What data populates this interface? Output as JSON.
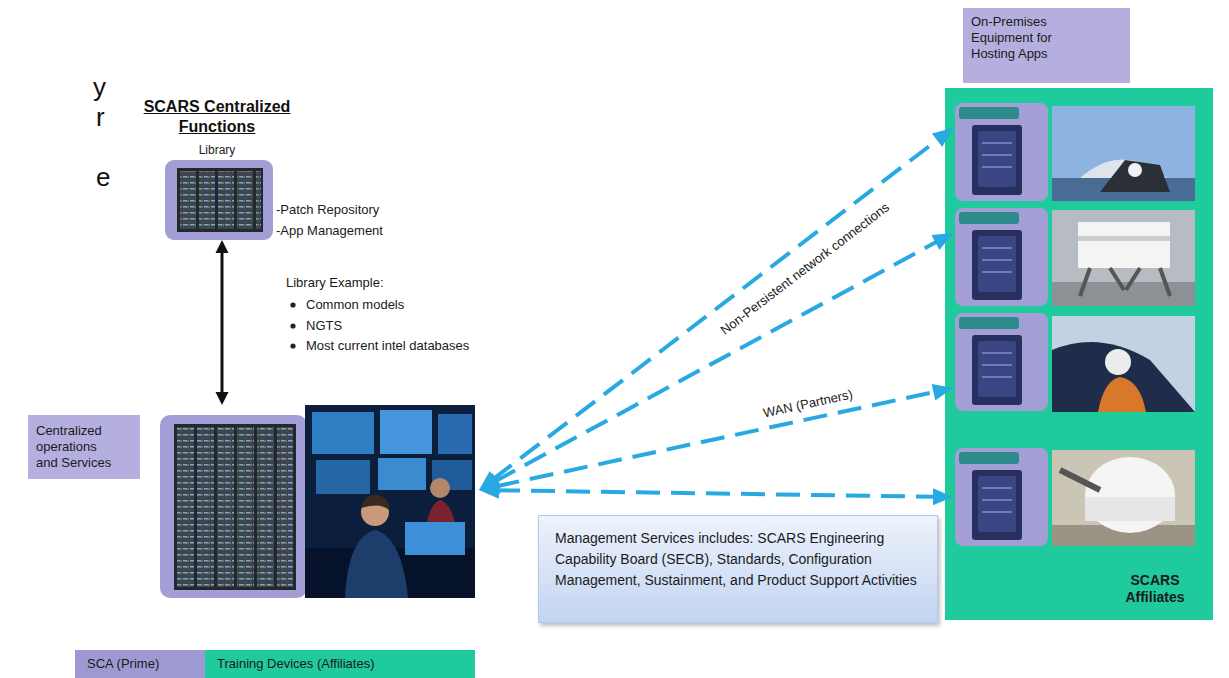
{
  "diagram": {
    "nodes": [
      {
        "text": [
          "SCARS Centralized Functions",
          "Library"
        ]
      },
      {
        "text": [
          "Centralized operations and Services"
        ]
      },
      {
        "text": [
          "Management Services includes: SCARS Engineering Capability Board (SECB), Standards, Configuration Management, Sustainment, and Product Support Activities"
        ]
      },
      {
        "text": [
          "On-Premises Equipment for Hosting Apps"
        ]
      },
      {
        "text": [
          "SCARS Affiliates"
        ]
      }
    ],
    "edges": [
      {
        "from": 0,
        "to": 1,
        "arrow": "both"
      },
      {
        "from": 1,
        "to": 4,
        "arrow": "both",
        "label": "Non-Persistent network connections"
      },
      {
        "from": 1,
        "to": 4,
        "arrow": "both"
      },
      {
        "from": 1,
        "to": 4,
        "arrow": "both",
        "label": "WAN (Partners)"
      },
      {
        "from": 1,
        "to": 4,
        "arrow": "both"
      }
    ],
    "labels": [
      "y",
      "r",
      "e",
      "-Patch Repository",
      "-App Management",
      "Library Example:",
      "Common models",
      "NGTS",
      "Most current intel databases"
    ],
    "legend": [
      {
        "text": "SCA (Prime)",
        "color": "#9f99d3"
      },
      {
        "text": "Training Devices (Affiliates)",
        "color": "#1fca9c"
      }
    ]
  }
}
